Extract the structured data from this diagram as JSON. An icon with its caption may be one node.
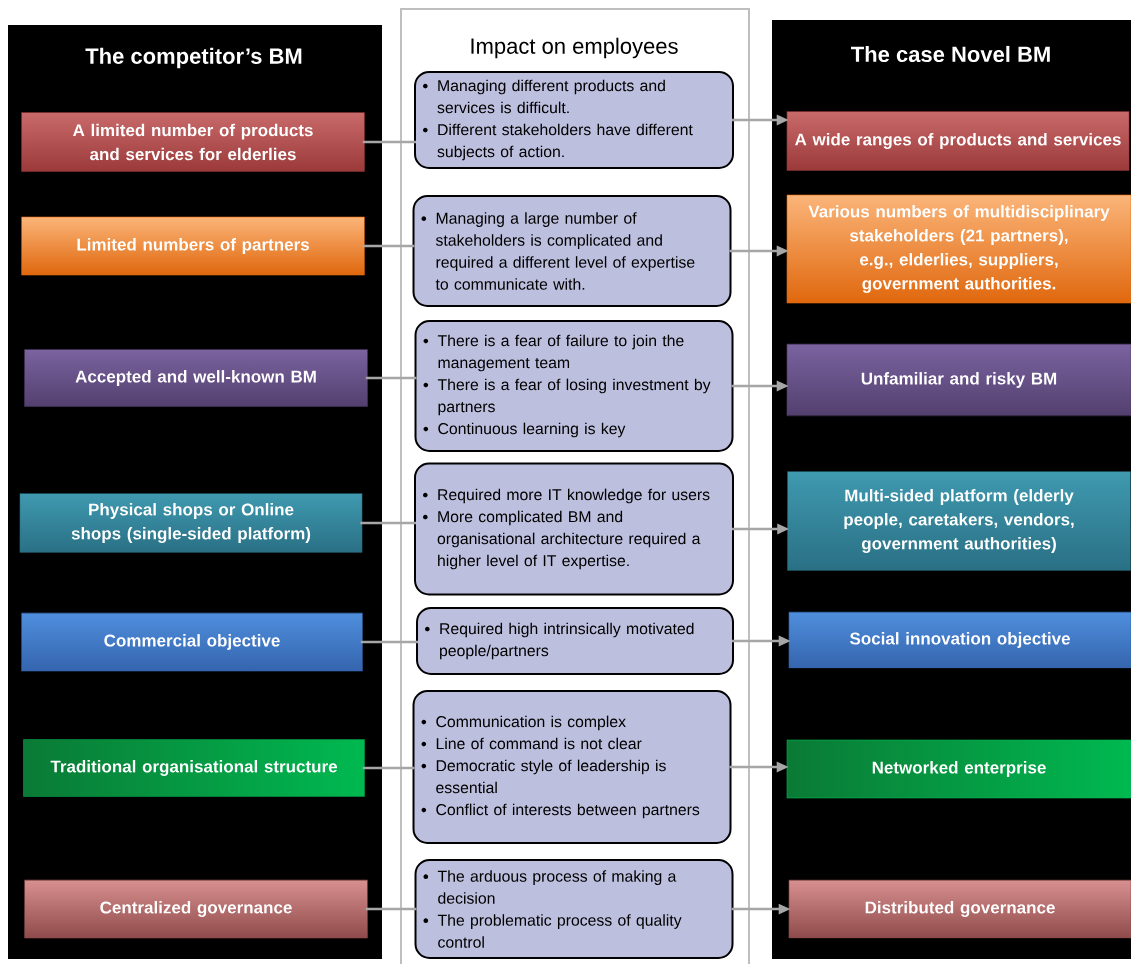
{
  "diagram": {
    "nodes": [
      {
        "text": [
          "The competitor’s BM"
        ]
      },
      {
        "text": [
          "A limited number of products and services for elderlies"
        ],
        "in": 0
      },
      {
        "text": [
          "Limited numbers of partners"
        ],
        "in": 0
      },
      {
        "text": [
          "Accepted and well-known BM"
        ],
        "in": 0
      },
      {
        "text": [
          "Physical shops or Online shops (single-sided platform)"
        ],
        "in": 0
      },
      {
        "text": [
          "Commercial objective"
        ],
        "in": 0
      },
      {
        "text": [
          "Traditional organisational structure"
        ],
        "in": 0
      },
      {
        "text": [
          "Centralized governance"
        ],
        "in": 0
      },
      {
        "text": [
          "Impact on employees"
        ]
      },
      {
        "text": [
          "Managing different products and services is difficult.",
          "Different stakeholders have different subjects of action."
        ],
        "in": 8
      },
      {
        "text": [
          "Managing a large number of stakeholders is complicated and required a different level of expertise to communicate with."
        ],
        "in": 8
      },
      {
        "text": [
          "There is a fear of failure to join the management team",
          "There is a fear of losing investment by partners",
          "Continuous learning is key"
        ],
        "in": 8
      },
      {
        "text": [
          "Required more IT knowledge for users",
          "More complicated BM and organisational architecture required a higher level of IT expertise."
        ],
        "in": 8
      },
      {
        "text": [
          "Required high intrinsically motivated people/partners"
        ],
        "in": 8
      },
      {
        "text": [
          "Communication is complex",
          "Line of command is not clear",
          "Democratic style of leadership is essential",
          "Conflict of interests between partners"
        ],
        "in": 8
      },
      {
        "text": [
          "The arduous process of making a decision",
          "The problematic process of quality control"
        ],
        "in": 8
      },
      {
        "text": [
          "The case Novel BM"
        ]
      },
      {
        "text": [
          "A wide ranges of products and services"
        ],
        "in": 16
      },
      {
        "text": [
          "Various numbers of multidisciplinary stakeholders (21 partners), e.g., elderlies, suppliers, government authorities."
        ],
        "in": 16
      },
      {
        "text": [
          "Unfamiliar and risky BM"
        ],
        "in": 16
      },
      {
        "text": [
          "Multi-sided platform (elderly people, caretakers, vendors, government authorities)"
        ],
        "in": 16
      },
      {
        "text": [
          "Social innovation objective"
        ],
        "in": 16
      },
      {
        "text": [
          "Networked enterprise"
        ],
        "in": 16
      },
      {
        "text": [
          "Distributed governance"
        ],
        "in": 16
      }
    ],
    "edges": [
      {
        "from": 1,
        "to": 9,
        "arrow": "none"
      },
      {
        "from": 9,
        "to": 17,
        "arrow": "to"
      },
      {
        "from": 2,
        "to": 10,
        "arrow": "none"
      },
      {
        "from": 10,
        "to": 18,
        "arrow": "to"
      },
      {
        "from": 3,
        "to": 11,
        "arrow": "none"
      },
      {
        "from": 11,
        "to": 19,
        "arrow": "to"
      },
      {
        "from": 4,
        "to": 12,
        "arrow": "none"
      },
      {
        "from": 12,
        "to": 20,
        "arrow": "to"
      },
      {
        "from": 5,
        "to": 13,
        "arrow": "none"
      },
      {
        "from": 13,
        "to": 21,
        "arrow": "to"
      },
      {
        "from": 6,
        "to": 14,
        "arrow": "none"
      },
      {
        "from": 14,
        "to": 22,
        "arrow": "to"
      },
      {
        "from": 7,
        "to": 15,
        "arrow": "none"
      },
      {
        "from": 15,
        "to": 23,
        "arrow": "to"
      }
    ]
  }
}
